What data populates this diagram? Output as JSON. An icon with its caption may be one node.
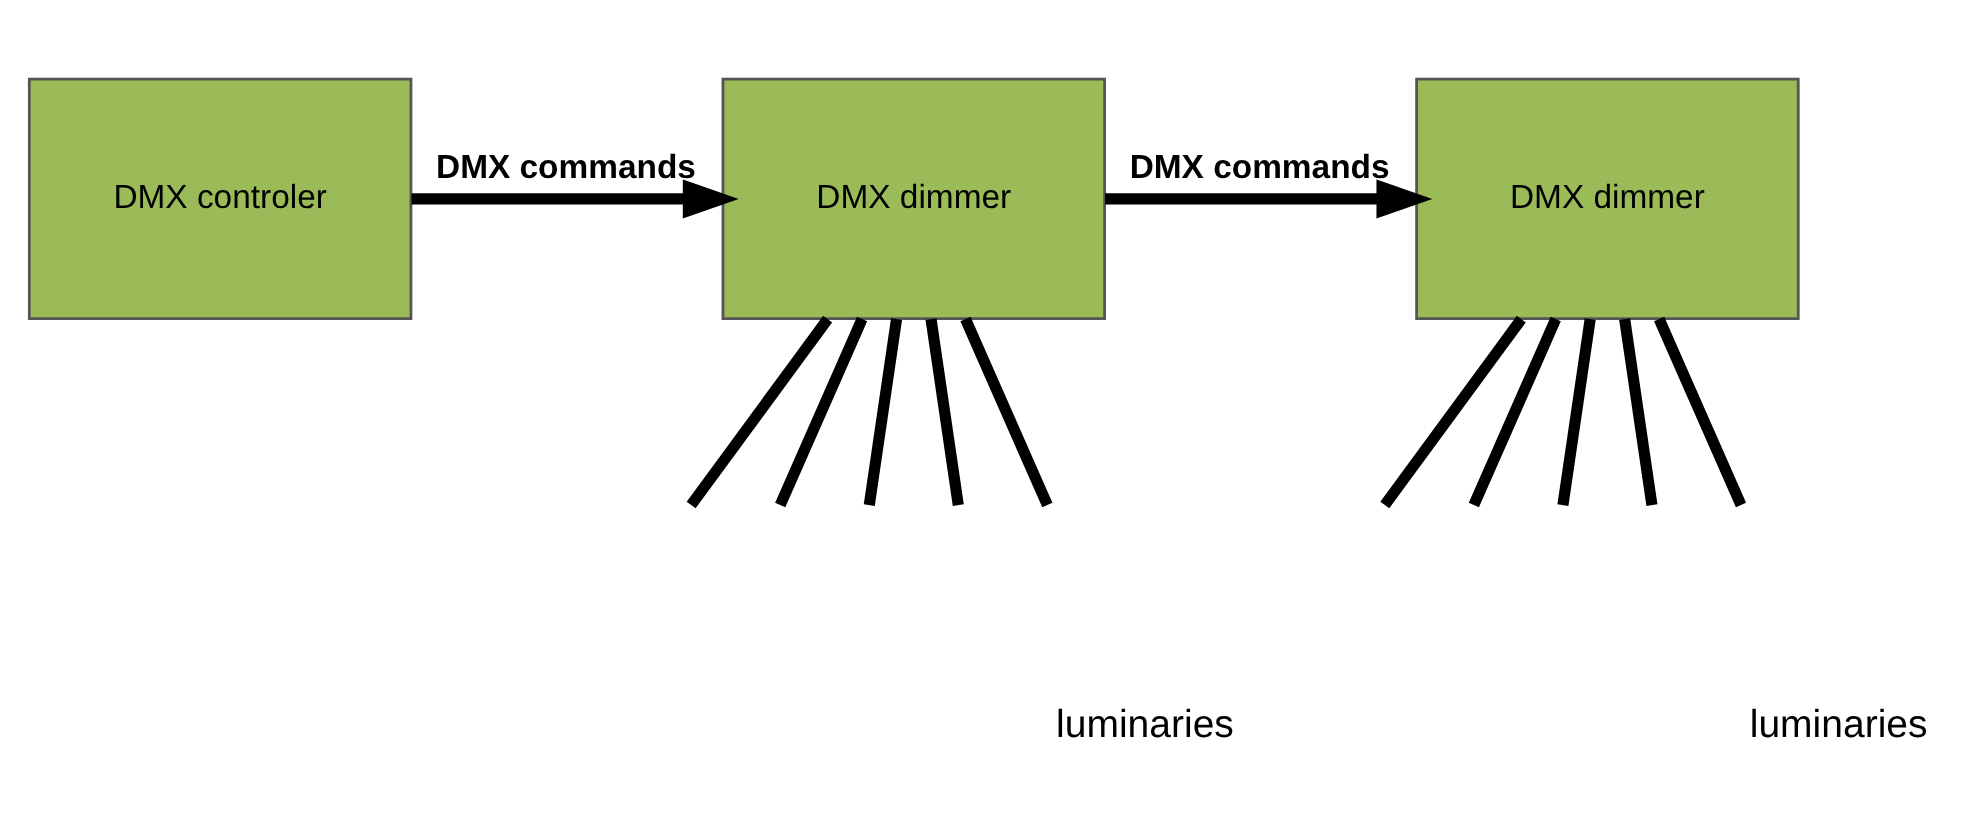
{
  "diagram": {
    "nodes": [
      {
        "text": [
          "DMX controler"
        ]
      },
      {
        "text": [
          "DMX dimmer"
        ]
      },
      {
        "text": [
          "DMX dimmer"
        ]
      }
    ],
    "edges": [
      {
        "from": 0,
        "to": 1,
        "arrow": "to",
        "label": "DMX commands"
      },
      {
        "from": 1,
        "to": 2,
        "arrow": "to",
        "label": "DMX commands"
      },
      {
        "from": 1,
        "to": null,
        "arrow": "none"
      },
      {
        "from": 1,
        "to": null,
        "arrow": "none"
      },
      {
        "from": 1,
        "to": null,
        "arrow": "none"
      },
      {
        "from": 1,
        "to": null,
        "arrow": "none"
      },
      {
        "from": 1,
        "to": null,
        "arrow": "none"
      },
      {
        "from": 2,
        "to": null,
        "arrow": "none"
      },
      {
        "from": 2,
        "to": null,
        "arrow": "none"
      },
      {
        "from": 2,
        "to": null,
        "arrow": "none"
      },
      {
        "from": 2,
        "to": null,
        "arrow": "none"
      },
      {
        "from": 2,
        "to": null,
        "arrow": "none"
      }
    ],
    "labels": [
      "luminaries",
      "luminaries"
    ]
  }
}
